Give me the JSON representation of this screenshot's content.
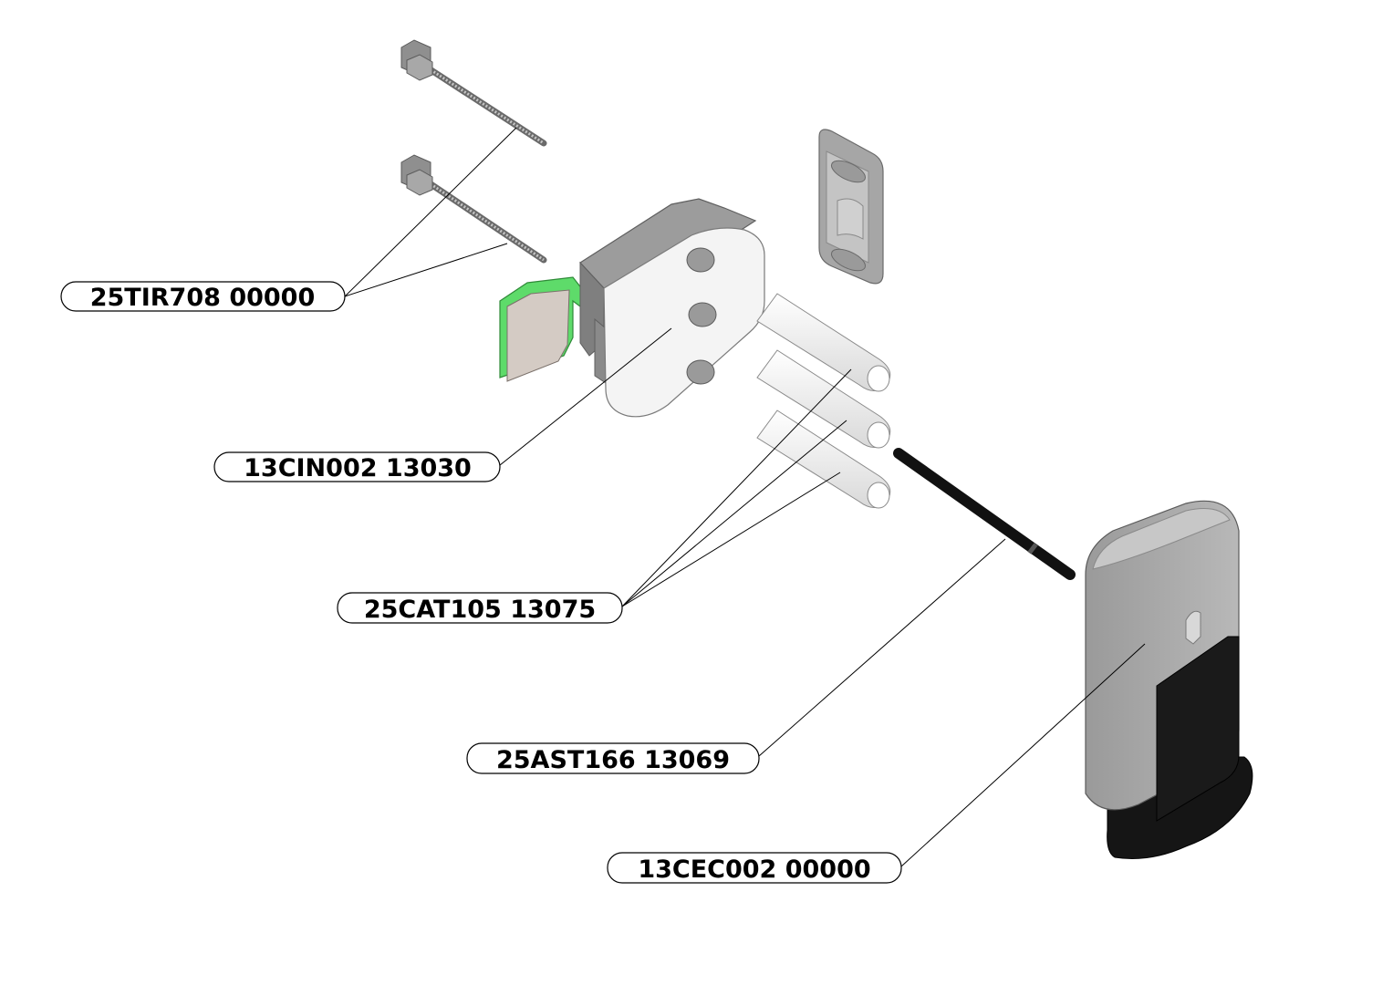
{
  "labels": [
    {
      "id": "25tir708",
      "text": "25TIR708  00000"
    },
    {
      "id": "13cin002",
      "text": "13CIN002  13030"
    },
    {
      "id": "25cat105",
      "text": "25CAT105 13075"
    },
    {
      "id": "25ast166",
      "text": "25AST166  13069"
    },
    {
      "id": "13cec002",
      "text": "13CEC002  00000"
    }
  ],
  "colors": {
    "green_accent": "#5edb6a",
    "metal_grey": "#9a9a9a",
    "dark_grey": "#7a7a7a",
    "light_body": "#f2f2f2",
    "black_part": "#151515"
  }
}
